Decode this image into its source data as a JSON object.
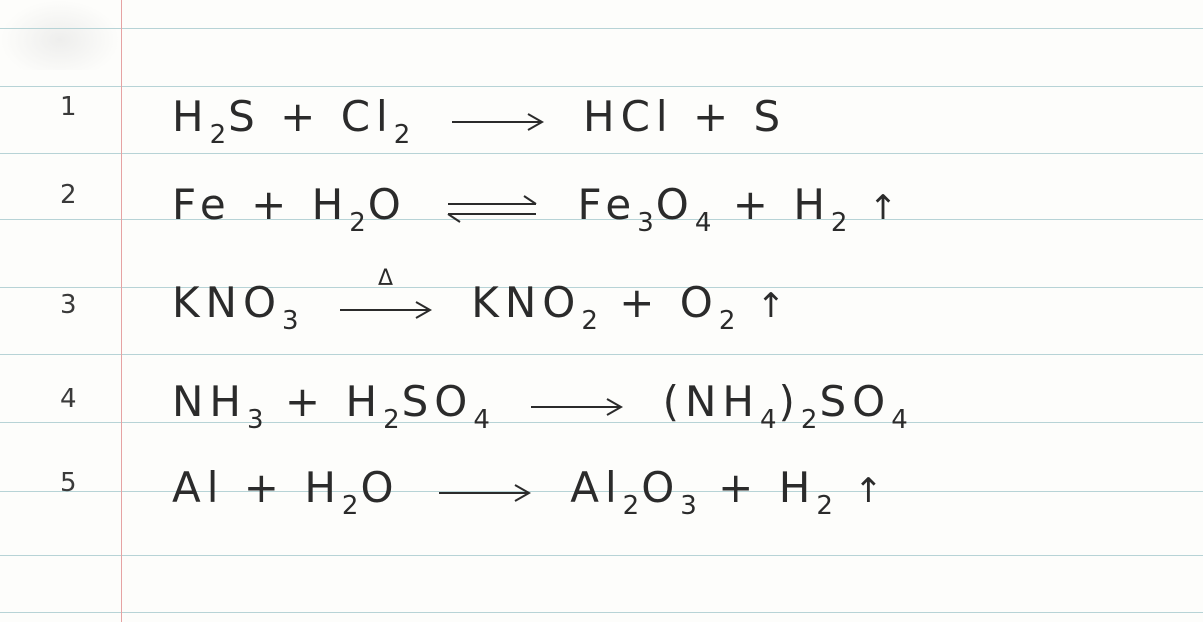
{
  "line_numbers": [
    "1",
    "2",
    "3",
    "4",
    "5"
  ],
  "equations": [
    {
      "lhs1": "H",
      "lhs1_sub": "2",
      "lhs1_rest": "S",
      "plus1": "+",
      "lhs2": "Cl",
      "lhs2_sub": "2",
      "rhs1": "HCl",
      "plus2": "+",
      "rhs2": "S"
    },
    {
      "lhs1": "Fe",
      "plus1": "+",
      "lhs2": "H",
      "lhs2_sub": "2",
      "lhs2_rest": "O",
      "rhs1": "Fe",
      "rhs1_sub1": "3",
      "rhs1_mid": "O",
      "rhs1_sub2": "4",
      "plus2": "+",
      "rhs2": "H",
      "rhs2_sub": "2",
      "gas": "↑"
    },
    {
      "lhs1": "KNO",
      "lhs1_sub": "3",
      "condition": "Δ",
      "rhs1": "KNO",
      "rhs1_sub": "2",
      "plus2": "+",
      "rhs2": "O",
      "rhs2_sub": "2",
      "gas": "↑"
    },
    {
      "lhs1": "NH",
      "lhs1_sub": "3",
      "plus1": "+",
      "lhs2": "H",
      "lhs2_sub": "2",
      "lhs2_rest": "SO",
      "lhs2_sub2": "4",
      "rhs1": "(NH",
      "rhs1_sub1": "4",
      "rhs1_close": ")",
      "rhs1_sub2": "2",
      "rhs1_rest": "SO",
      "rhs1_sub3": "4"
    },
    {
      "lhs1": "Al",
      "plus1": "+",
      "lhs2": "H",
      "lhs2_sub": "2",
      "lhs2_rest": "O",
      "rhs1": "Al",
      "rhs1_sub1": "2",
      "rhs1_mid": "O",
      "rhs1_sub2": "3",
      "plus2": "+",
      "rhs2": "H",
      "rhs2_sub": "2",
      "gas": "↑"
    }
  ],
  "colors": {
    "ink": "#2b2b2b",
    "rule": "#b7d3d6",
    "margin": "#e6a3a3",
    "paper": "#fdfdfb"
  }
}
